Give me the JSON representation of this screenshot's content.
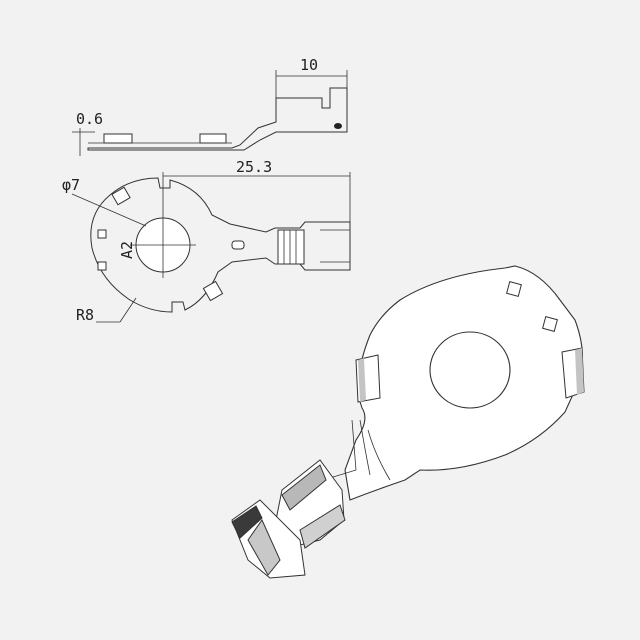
{
  "dimensions": {
    "top_width": "10",
    "thickness": "0.6",
    "length": "25.3",
    "hole_diameter": "φ7",
    "radius": "R8"
  },
  "marking": "A2",
  "colors": {
    "background": "#f2f2f2",
    "line": "#333333",
    "part_fill": "#ffffff",
    "shade": "#b8b8b8"
  }
}
